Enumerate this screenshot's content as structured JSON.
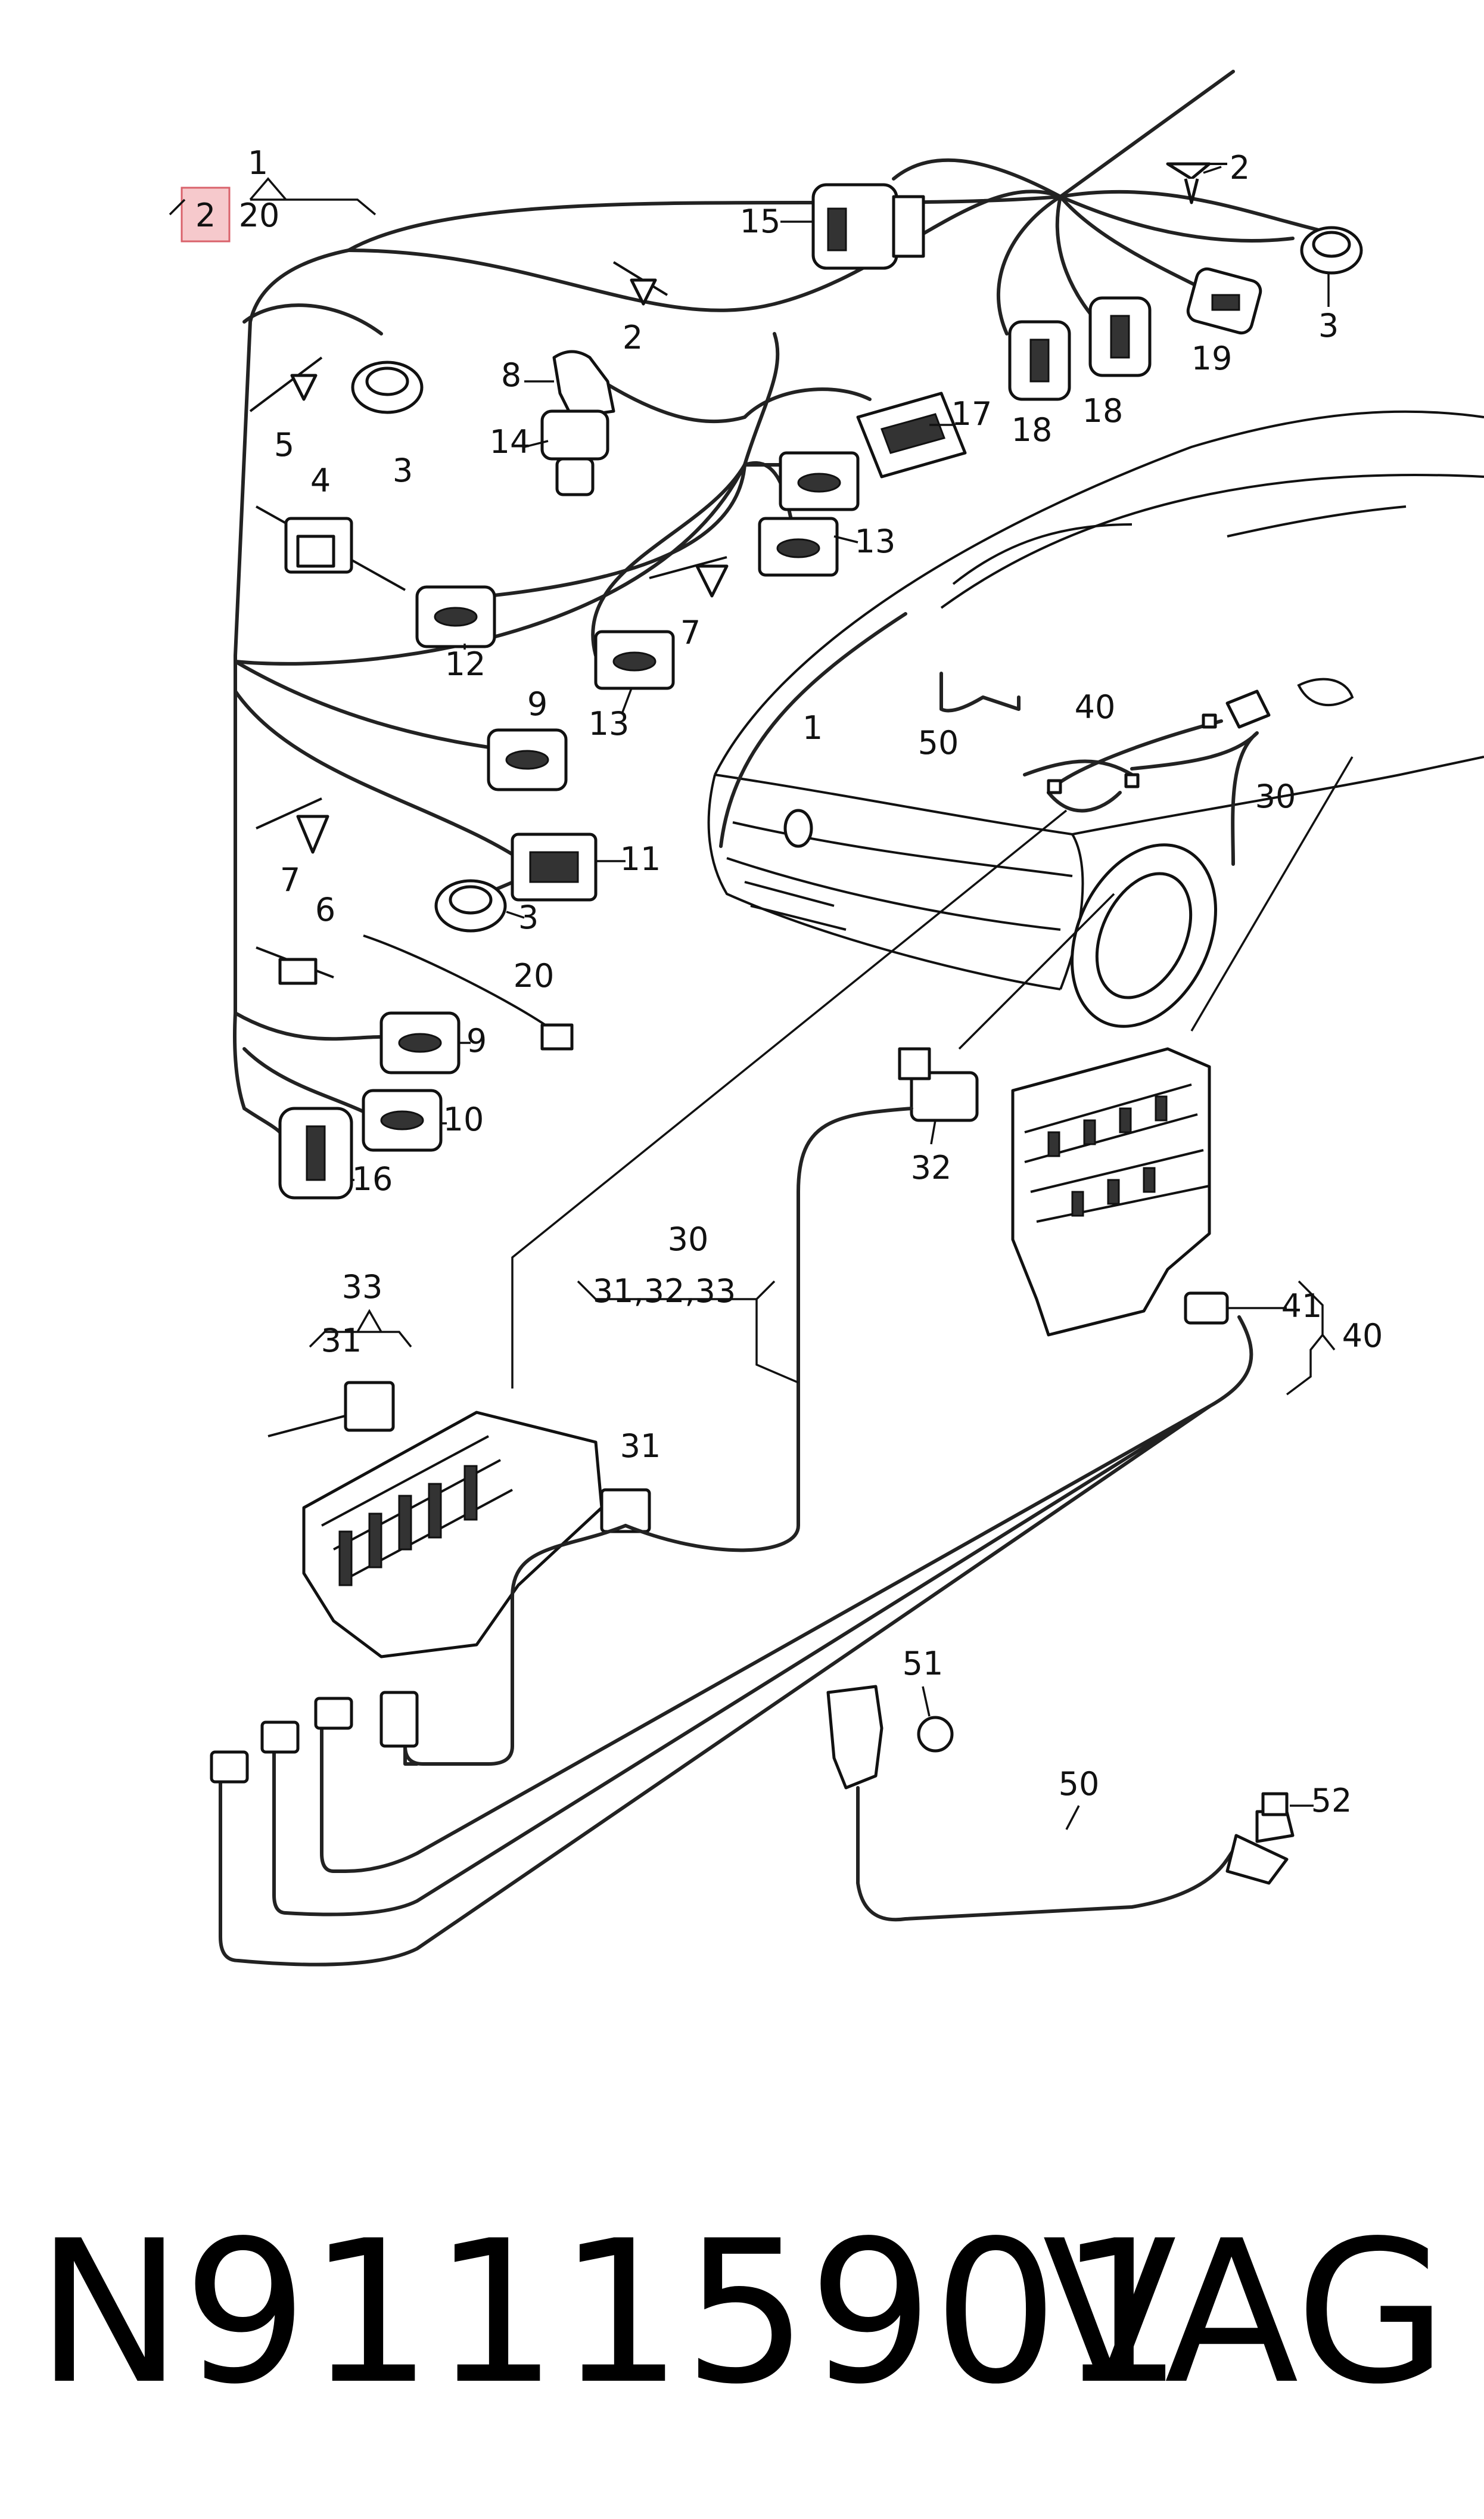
{
  "diagram": {
    "callouts": {
      "c1": "1",
      "c2a": "2",
      "c20a": "20",
      "c2b": "2",
      "c2c": "2",
      "c3a": "3",
      "c3b": "3",
      "c3c": "3",
      "c4": "4",
      "c5": "5",
      "c6": "6",
      "c7a": "7",
      "c7b": "7",
      "c8": "8",
      "c9a": "9",
      "c9b": "9",
      "c10": "10",
      "c11": "11",
      "c12": "12",
      "c13a": "13",
      "c13b": "13",
      "c14": "14",
      "c15": "15",
      "c16": "16",
      "c17": "17",
      "c18a": "18",
      "c18b": "18",
      "c19": "19",
      "c20b": "20",
      "c1car": "1",
      "c50car": "50",
      "c40car": "40",
      "c30car": "30",
      "c30": "30",
      "c313233": "31,32,33",
      "c33": "33",
      "c31a": "31",
      "c31b": "31",
      "c32": "32",
      "c41": "41",
      "c40": "40",
      "c51": "51",
      "c50": "50",
      "c52": "52"
    },
    "highlighted_item": "2"
  },
  "footer": {
    "part_number": "N91115901",
    "brand": "VAG"
  },
  "colors": {
    "highlight_fill": "#f6c9cc",
    "highlight_border": "#d9626b",
    "line": "#222222"
  }
}
